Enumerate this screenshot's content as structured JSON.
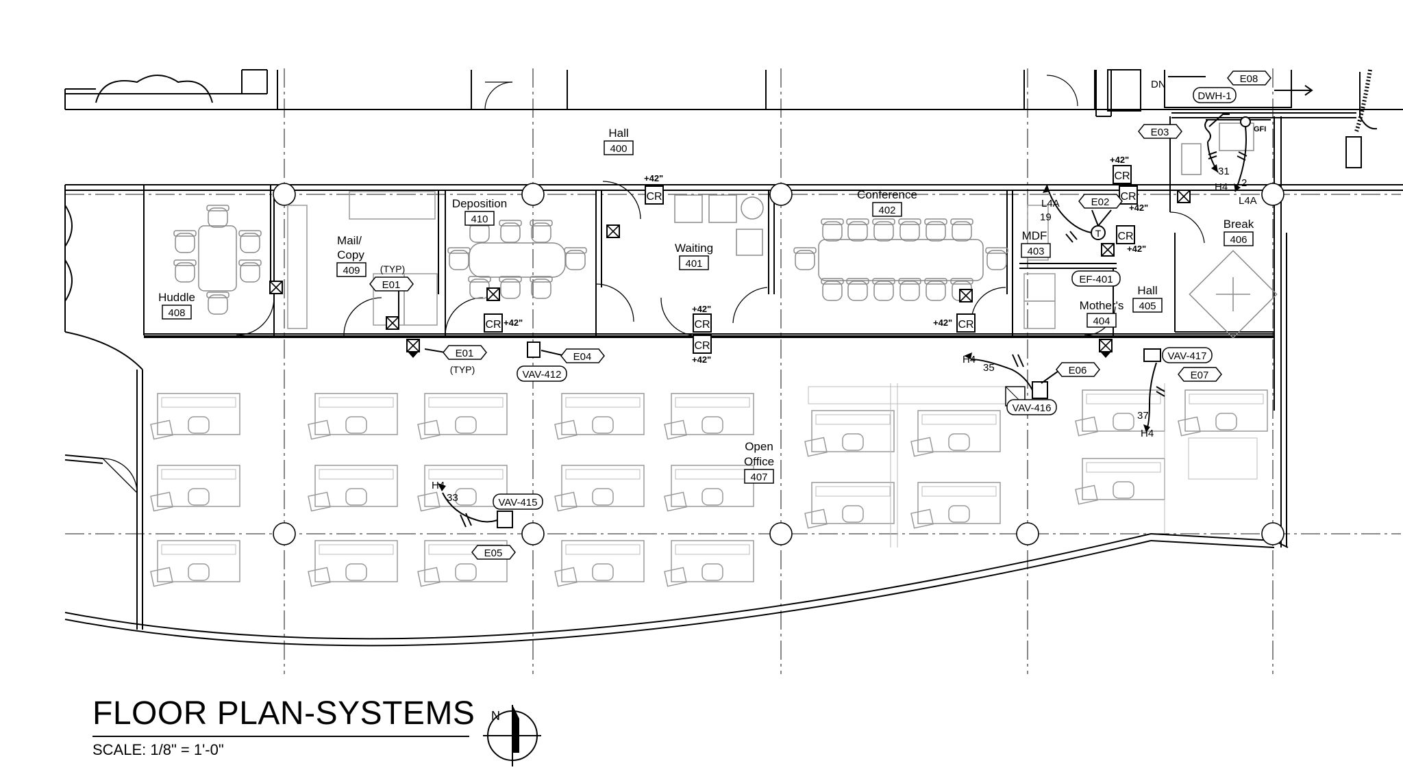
{
  "title": "FLOOR PLAN-SYSTEMS",
  "scale": "SCALE: 1/8\" = 1'-0\"",
  "north_label": "N",
  "rooms": [
    {
      "name": "Hall",
      "number": "400"
    },
    {
      "name": "Deposition",
      "number": "410"
    },
    {
      "name": "Waiting",
      "number": "401"
    },
    {
      "name": "Conference",
      "number": "402"
    },
    {
      "name": "Mail/",
      "name2": "Copy",
      "number": "409"
    },
    {
      "name": "Huddle",
      "number": "408"
    },
    {
      "name": "MDF",
      "number": "403"
    },
    {
      "name": "Mother's",
      "number": "404"
    },
    {
      "name": "Hall",
      "number": "405"
    },
    {
      "name": "Break",
      "number": "406"
    },
    {
      "name": "Open",
      "name2": "Office",
      "number": "407"
    }
  ],
  "tags": [
    {
      "label": "E01"
    },
    {
      "label": "E01"
    },
    {
      "label": "E02"
    },
    {
      "label": "E03"
    },
    {
      "label": "E04"
    },
    {
      "label": "E05"
    },
    {
      "label": "E06"
    },
    {
      "label": "E07"
    },
    {
      "label": "E08"
    },
    {
      "label": "DWH-1"
    },
    {
      "label": "EF-401"
    },
    {
      "label": "VAV-412"
    },
    {
      "label": "VAV-415"
    },
    {
      "label": "VAV-416"
    },
    {
      "label": "VAV-417"
    }
  ],
  "notes": {
    "typ": "(TYP)",
    "dn": "DN",
    "gfi": "GFI",
    "plus42": "+42\"",
    "cr": "CR",
    "t": "T"
  },
  "circuits": [
    {
      "label": "H4",
      "number": "33"
    },
    {
      "label": "H4",
      "number": "35"
    },
    {
      "label": "H4",
      "number": "37"
    },
    {
      "label": "H4",
      "number": "31"
    },
    {
      "label": "L4A",
      "number": "19"
    },
    {
      "label": "L4A",
      "number": "2"
    }
  ]
}
